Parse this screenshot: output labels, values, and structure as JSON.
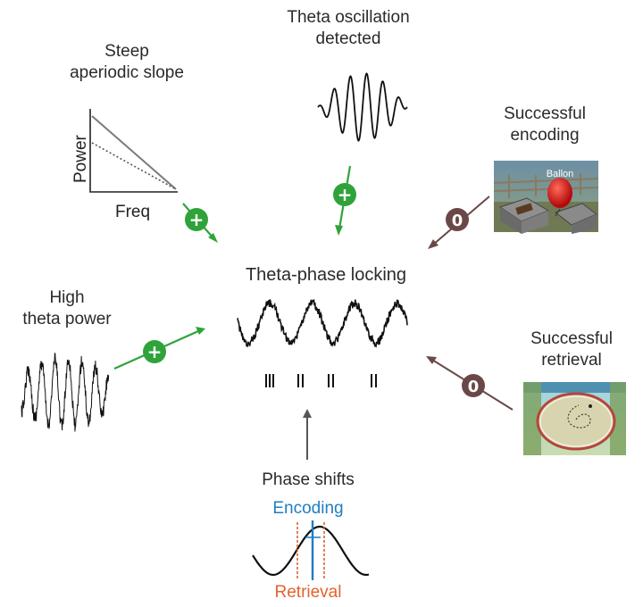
{
  "nodes": {
    "aperiodic": {
      "lines": [
        "Steep",
        "aperiodic slope"
      ]
    },
    "theta_osc": {
      "lines": [
        "Theta oscillation",
        "detected"
      ]
    },
    "encoding": {
      "lines": [
        "Successful",
        "encoding"
      ]
    },
    "power": {
      "lines": [
        "High",
        "theta power"
      ]
    },
    "center": {
      "title": "Theta-phase locking"
    },
    "retrieval": {
      "lines": [
        "Successful",
        "retrieval"
      ]
    },
    "phase": {
      "title": "Phase shifts",
      "encoding_label": "Encoding",
      "retrieval_label": "Retrieval"
    }
  },
  "plot": {
    "ylabel": "Power",
    "xlabel": "Freq"
  },
  "game": {
    "balloon_label": "Ballon"
  },
  "badges": {
    "plus": "+",
    "zero": "0"
  },
  "colors": {
    "positive": "#2fa33a",
    "neutral": "#6b4848",
    "encoding": "#1f7ec4",
    "retrieval": "#e3622b"
  }
}
